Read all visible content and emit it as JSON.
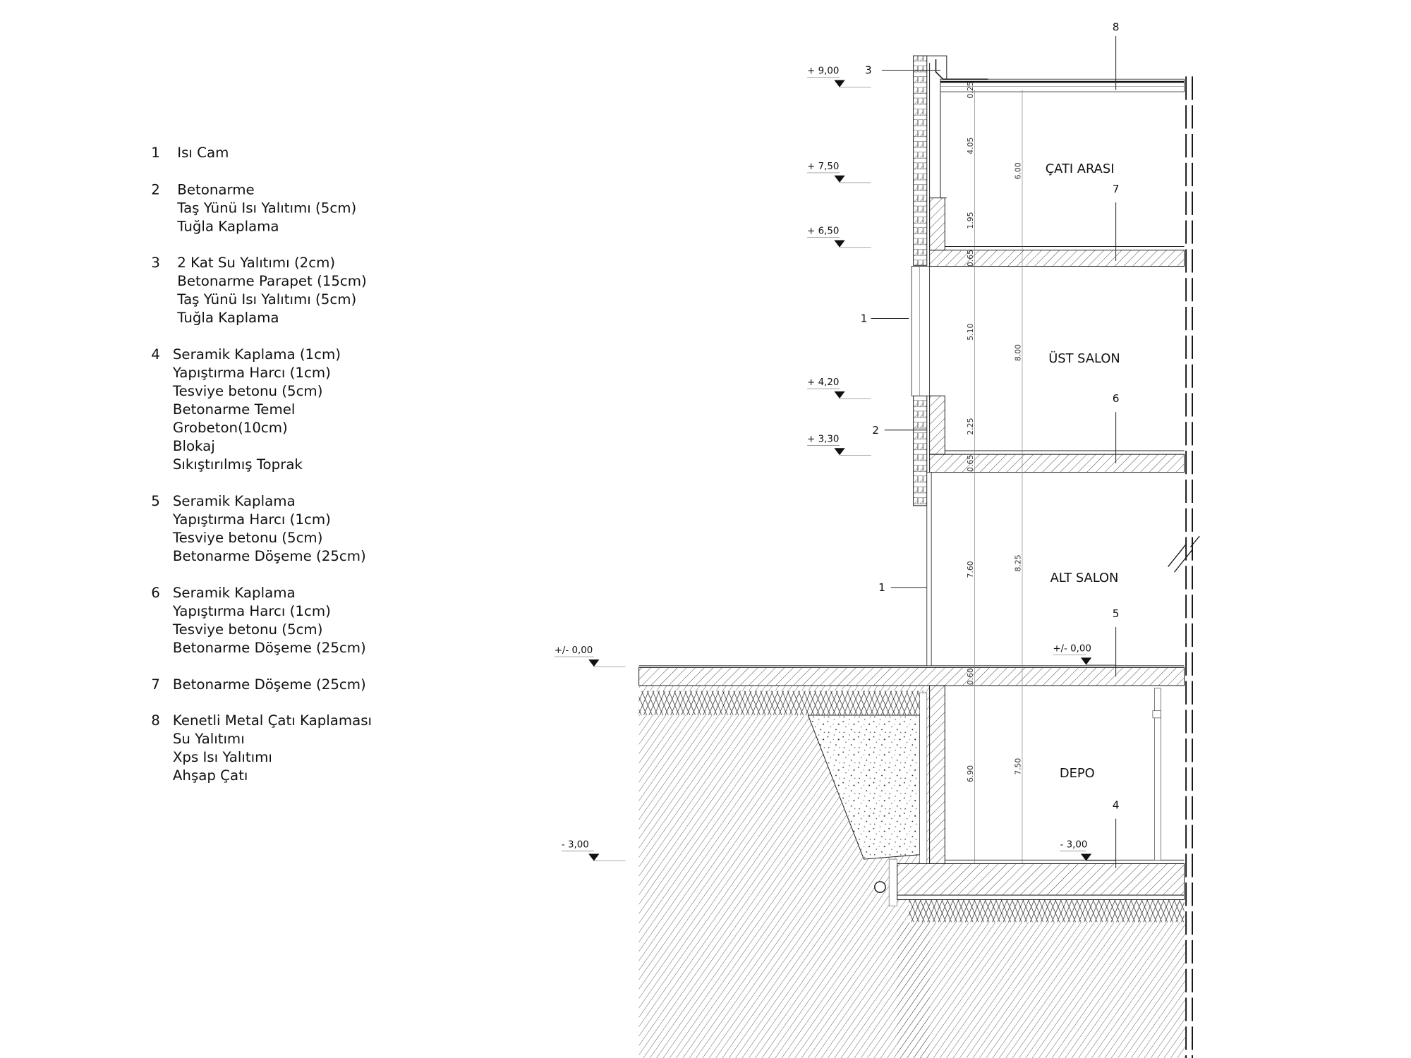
{
  "legend": [
    {
      "num": "1",
      "lines": [
        "Isı Cam"
      ]
    },
    {
      "num": "2",
      "lines": [
        "Betonarme",
        "Taş Yünü Isı Yalıtımı (5cm)",
        "Tuğla Kaplama"
      ]
    },
    {
      "num": "3",
      "lines": [
        "2 Kat Su Yalıtımı (2cm)",
        "Betonarme Parapet (15cm)",
        "Taş Yünü Isı Yalıtımı (5cm)",
        "Tuğla Kaplama"
      ]
    },
    {
      "num": "4",
      "lines": [
        "Seramik Kaplama (1cm)",
        "Yapıştırma Harcı (1cm)",
        "Tesviye betonu (5cm)",
        "Betonarme Temel",
        "Grobeton(10cm)",
        "Blokaj",
        "Sıkıştırılmış Toprak"
      ]
    },
    {
      "num": "5",
      "lines": [
        "Seramik Kaplama",
        "Yapıştırma Harcı (1cm)",
        "Tesviye betonu (5cm)",
        "Betonarme Döşeme (25cm)"
      ]
    },
    {
      "num": "6",
      "lines": [
        "Seramik Kaplama",
        "Yapıştırma Harcı (1cm)",
        "Tesviye betonu (5cm)",
        "Betonarme Döşeme (25cm)"
      ]
    },
    {
      "num": "7",
      "lines": [
        "Betonarme Döşeme (25cm)"
      ]
    },
    {
      "num": "8",
      "lines": [
        "Kenetli Metal Çatı Kaplaması",
        "Su Yalıtımı",
        "Xps Isı Yalıtımı",
        "Ahşap Çatı"
      ]
    }
  ],
  "rooms": [
    "ÇATI ARASI",
    "ÜST SALON",
    "ALT SALON",
    "DEPO"
  ],
  "elevations": [
    "+ 9,00",
    "+ 7,50",
    "+ 6,50",
    "+ 4,20",
    "+ 3,30",
    "+/- 0,00",
    "- 3,00",
    "+/- 0,00",
    "- 3,00"
  ],
  "callouts": [
    "3",
    "8",
    "7",
    "6",
    "5",
    "4",
    "1",
    "2",
    "1"
  ],
  "dimensions": {
    "inner": [
      "0.25",
      "4.05",
      "1.95",
      "0.65",
      "5.10",
      "2.25",
      "0.65",
      "7.60",
      "0.60",
      "6.90"
    ],
    "outer": [
      "6.00",
      "8.00",
      "8.25",
      "7.50"
    ]
  },
  "colors": {
    "line": "#222222",
    "background": "#ffffff"
  }
}
